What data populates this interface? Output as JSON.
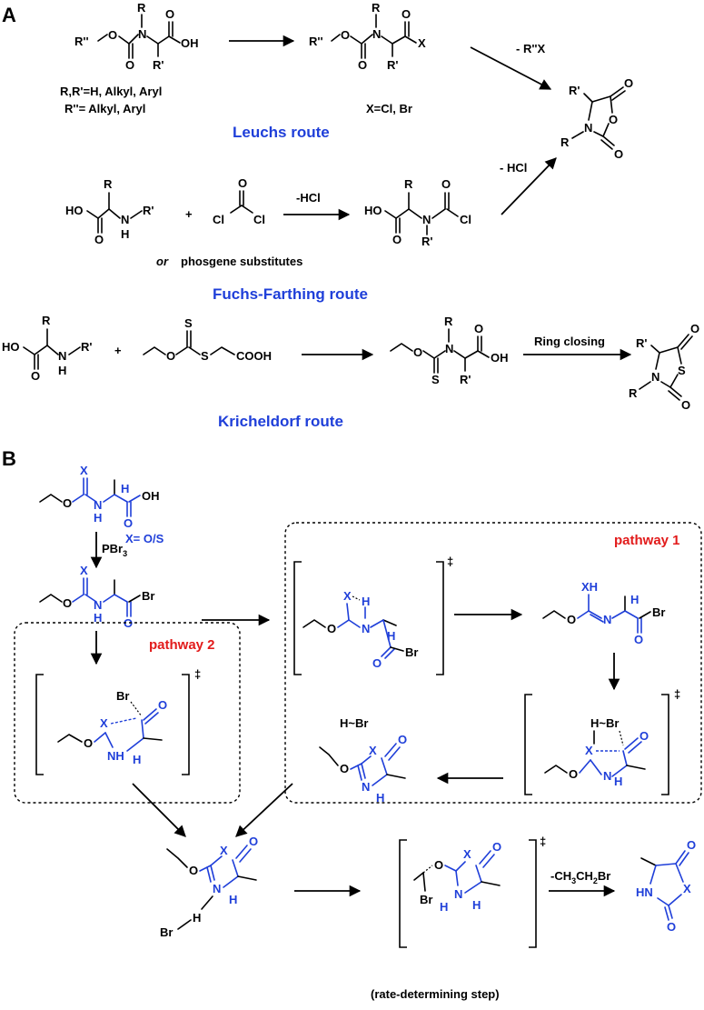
{
  "panels": {
    "a": "A",
    "b": "B"
  },
  "routes": {
    "leuchs": "Leuchs route",
    "fuchs": "Fuchs-Farthing route",
    "kricheldorf": "Kricheldorf route"
  },
  "notes": {
    "r_sub": "R,R'=H, Alkyl, Aryl",
    "r2_sub": "R''= Alkyl, Aryl",
    "x_sub": "X=Cl, Br",
    "or_word": "or",
    "phosgene": "phosgene substitutes",
    "x_os": "X= O/S",
    "rds": "(rate-determining step)"
  },
  "reagents": {
    "minus_r2x": "- R''X",
    "minus_hcl_top": "-HCl",
    "minus_hcl": "- HCl",
    "ring_closing": "Ring closing",
    "pbr3": "PBr",
    "pbr3_sub": "3",
    "minus_ethbr_a": "-CH",
    "minus_ethbr_b": "CH",
    "minus_ethbr_c": "Br",
    "sub2": "3",
    "sub3": "2"
  },
  "pathways": {
    "p1": "pathway 1",
    "p2": "pathway 2"
  },
  "ts_symbol": "‡",
  "atoms": {
    "R": "R",
    "Rp": "R'",
    "Rpp": "R''",
    "O": "O",
    "OH": "OH",
    "HO": "HO",
    "N": "N",
    "NH": "NH",
    "H": "H",
    "X": "X",
    "Cl": "Cl",
    "Br": "Br",
    "S": "S",
    "COOH": "COOH",
    "XH": "XH",
    "HBr": "H~Br",
    "HN": "HN",
    "plus": "+"
  }
}
